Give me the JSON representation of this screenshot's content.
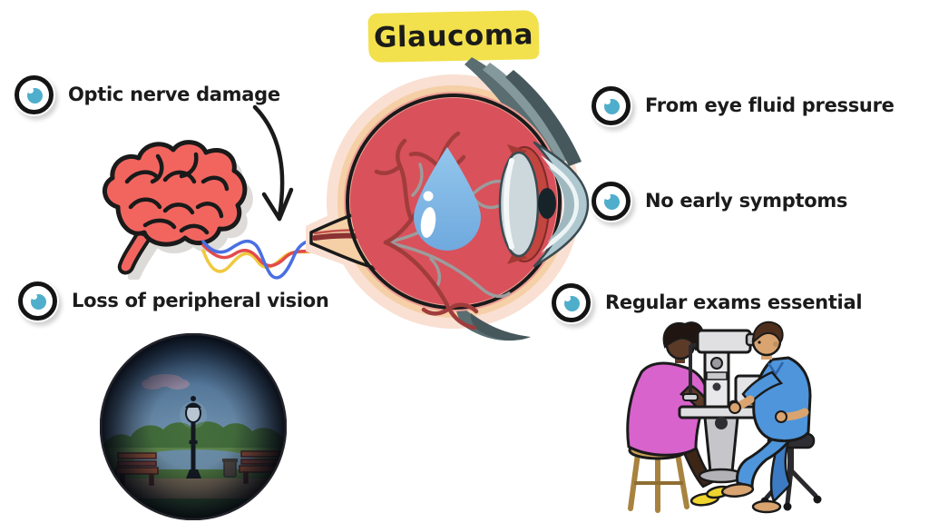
{
  "title": {
    "text": "Glaucoma"
  },
  "bullets": [
    {
      "text": "Optic nerve damage"
    },
    {
      "text": "From eye fluid pressure"
    },
    {
      "text": "No early symptoms"
    },
    {
      "text": "Loss of peripheral vision"
    },
    {
      "text": "Regular exams essential"
    }
  ],
  "icons": {
    "bullet": "eye-icon"
  },
  "colors": {
    "highlight": "#F2E14C",
    "ink": "#1B1B1B",
    "iris": "#4FAECB",
    "brain": "#F2655F",
    "eyered": "#D8515B",
    "eyepink": "#EE9E94",
    "eyecream": "#F5CFA6",
    "eyehalo": "#F9E0D2",
    "teartop": "#93C6EC",
    "tearbottom": "#6FA9DE",
    "waveblue": "#4A6FE3",
    "wavered": "#E34A4A",
    "waveyellow": "#F0C93F",
    "lash": "#5A6E72",
    "dress": "#D863CC",
    "scrubs": "#4E95DB",
    "skindark": "#5C3A28",
    "skintan": "#D9A470"
  }
}
